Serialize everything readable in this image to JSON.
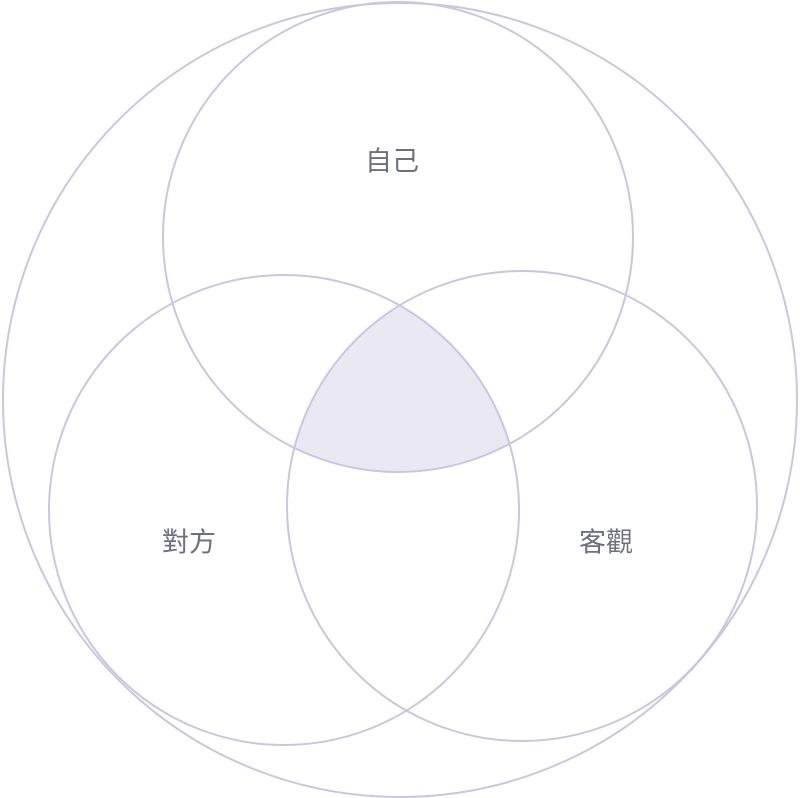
{
  "diagram": {
    "type": "venn",
    "sets": [
      {
        "id": "self",
        "label": "自己"
      },
      {
        "id": "other",
        "label": "對方"
      },
      {
        "id": "objective",
        "label": "客觀"
      }
    ],
    "highlighted_region": [
      "self",
      "other",
      "objective"
    ]
  },
  "colors": {
    "stroke": "#c9c6e0",
    "highlight_fill": "#e9e8f3",
    "label_text": "#6f6f83",
    "background": "#ffffff"
  }
}
